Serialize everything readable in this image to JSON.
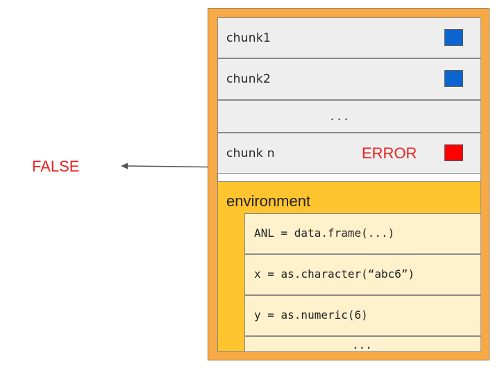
{
  "result": {
    "label": "FALSE",
    "color": "#e8221f"
  },
  "chunks": [
    {
      "label": "chunk1",
      "status_color": "#0b64cf"
    },
    {
      "label": "chunk2",
      "status_color": "#0b64cf"
    },
    {
      "label": "..."
    },
    {
      "label_prefix": "chunk",
      "label_suffix": "n",
      "error_text": "ERROR",
      "status_color": "#ff0000"
    }
  ],
  "environment": {
    "title": "environment",
    "variables": [
      "ANL = data.frame(...)",
      "x = as.character(“abc6”)",
      "y = as.numeric(6)",
      "..."
    ]
  },
  "colors": {
    "outer_box": "#f7a945",
    "environment_box": "#ffc42e",
    "variable_rows": "#fff1cc",
    "chunk_rows": "#eeeeee"
  }
}
